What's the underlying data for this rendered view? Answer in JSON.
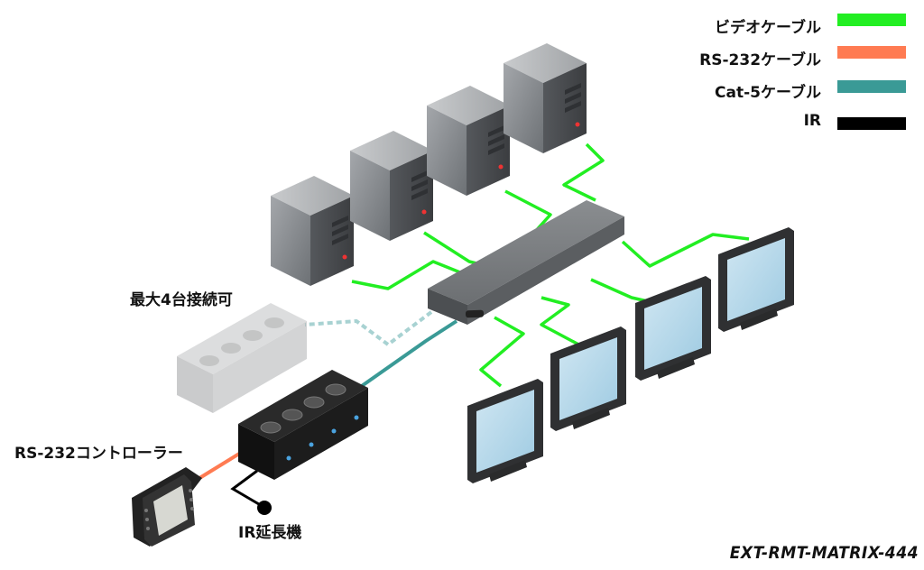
{
  "legend": {
    "items": [
      {
        "label": "ビデオケーブル",
        "color": "#22ee22",
        "icon": "video-cable-swatch"
      },
      {
        "label": "RS-232ケーブル",
        "color": "#ff7b52",
        "icon": "rs232-cable-swatch"
      },
      {
        "label": "Cat-5ケーブル",
        "color": "#3a9a96",
        "icon": "cat5-cable-swatch"
      },
      {
        "label": "IR",
        "color": "#000000",
        "icon": "ir-cable-swatch"
      }
    ]
  },
  "labels": {
    "max_units": "最大4台接続可",
    "rs232_controller": "RS-232コントローラー",
    "ir_extender": "IR延長機"
  },
  "model_name": "EXT-RMT-MATRIX-444",
  "colors": {
    "video": "#22ee22",
    "rs232": "#ff7b52",
    "cat5": "#3a9a96",
    "cat5_dashed": "#a8d2d2",
    "ir": "#000000"
  }
}
